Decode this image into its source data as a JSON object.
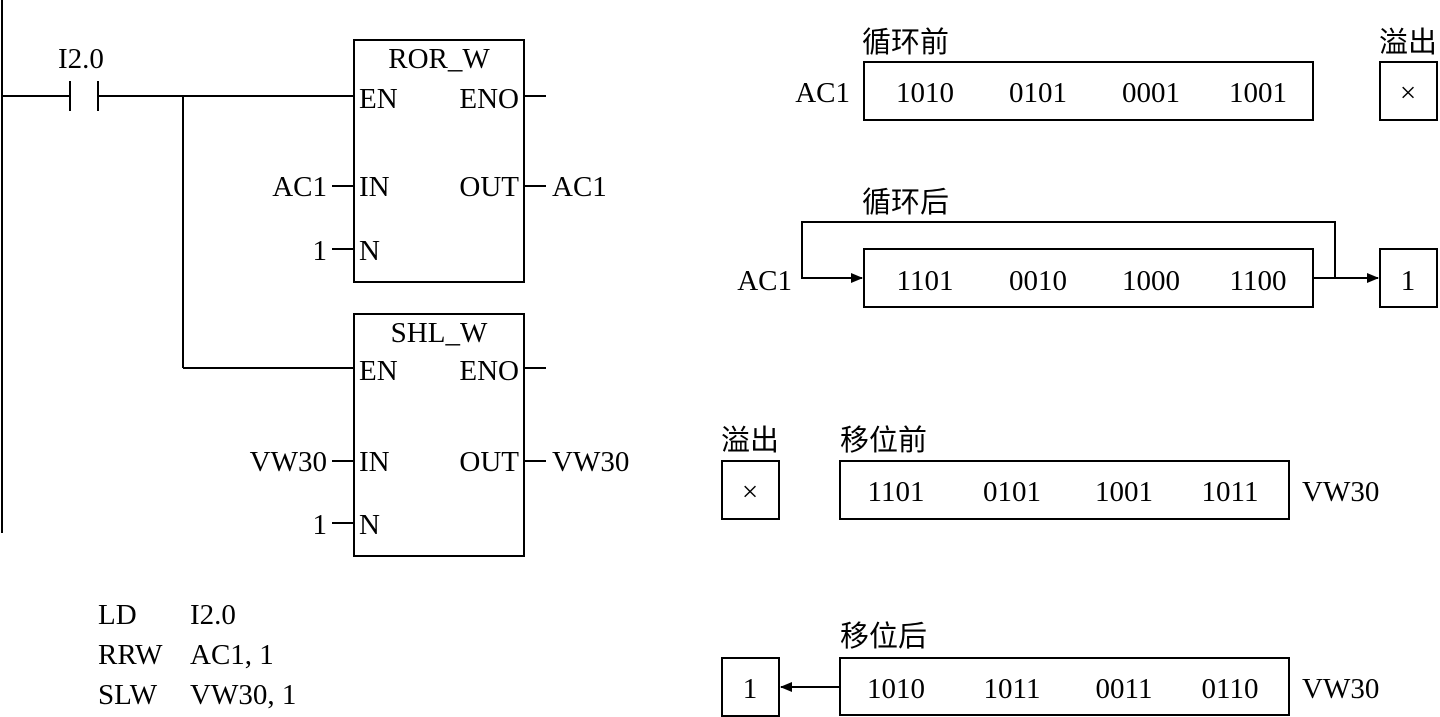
{
  "ladder": {
    "contact_label": "I2.0",
    "ror_block": {
      "title": "ROR_W",
      "en": "EN",
      "eno": "ENO",
      "in": "IN",
      "out": "OUT",
      "n": "N",
      "in_operand": "AC1",
      "out_operand": "AC1",
      "n_operand": "1"
    },
    "shl_block": {
      "title": "SHL_W",
      "en": "EN",
      "eno": "ENO",
      "in": "IN",
      "out": "OUT",
      "n": "N",
      "in_operand": "VW30",
      "out_operand": "VW30",
      "n_operand": "1"
    }
  },
  "statement_list": [
    {
      "op": "LD",
      "arg": "I2.0"
    },
    {
      "op": "RRW",
      "arg": "AC1, 1"
    },
    {
      "op": "SLW",
      "arg": "VW30, 1"
    }
  ],
  "rotate": {
    "before": {
      "caption": "循环前",
      "register": "AC1",
      "nibbles": [
        "1010",
        "0101",
        "0001",
        "1001"
      ],
      "overflow_label": "溢出",
      "overflow_value": "×"
    },
    "after": {
      "caption": "循环后",
      "register": "AC1",
      "nibbles": [
        "1101",
        "0010",
        "1000",
        "1100"
      ],
      "overflow_value": "1"
    }
  },
  "shift": {
    "before": {
      "caption": "移位前",
      "register": "VW30",
      "nibbles": [
        "1101",
        "0101",
        "1001",
        "1011"
      ],
      "overflow_label": "溢出",
      "overflow_value": "×"
    },
    "after": {
      "caption": "移位后",
      "register": "VW30",
      "nibbles": [
        "1010",
        "1011",
        "0011",
        "0110"
      ],
      "overflow_value": "1"
    }
  }
}
